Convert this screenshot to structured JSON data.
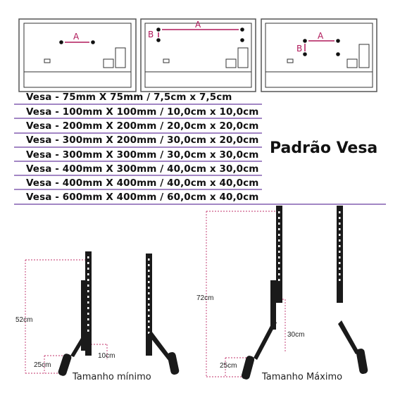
{
  "diagrams": [
    {
      "labels": [
        "A"
      ]
    },
    {
      "labels": [
        "A",
        "B"
      ]
    },
    {
      "labels": [
        "A",
        "B"
      ]
    }
  ],
  "vesa_list": [
    "Vesa - 75mm X 75mm / 7,5cm x 7,5cm",
    "Vesa - 100mm X 100mm / 10,0cm x 10,0cm",
    "Vesa - 200mm X 200mm / 20,0cm x 20,0cm",
    "Vesa - 300mm X 200mm / 30,0cm x 20,0cm",
    "Vesa - 300mm X 300mm / 30,0cm x 30,0cm",
    "Vesa - 400mm X 300mm / 40,0cm x 30,0cm",
    "Vesa - 400mm X 400mm / 40,0cm x 40,0cm",
    "Vesa - 600mm X 400mm / 60,0cm x 40,0cm"
  ],
  "title": "Padrão Vesa",
  "min_size": {
    "height": "52cm",
    "foot": "25cm",
    "base": "10cm",
    "caption": "Tamanho mínimo"
  },
  "max_size": {
    "height": "72cm",
    "mid": "30cm",
    "foot": "25cm",
    "caption": "Tamanho Máximo"
  },
  "colors": {
    "accent": "#b0185a",
    "underline": "#6a3fa0",
    "dim_line": "#c0306a",
    "stand": "#1a1a1a"
  }
}
